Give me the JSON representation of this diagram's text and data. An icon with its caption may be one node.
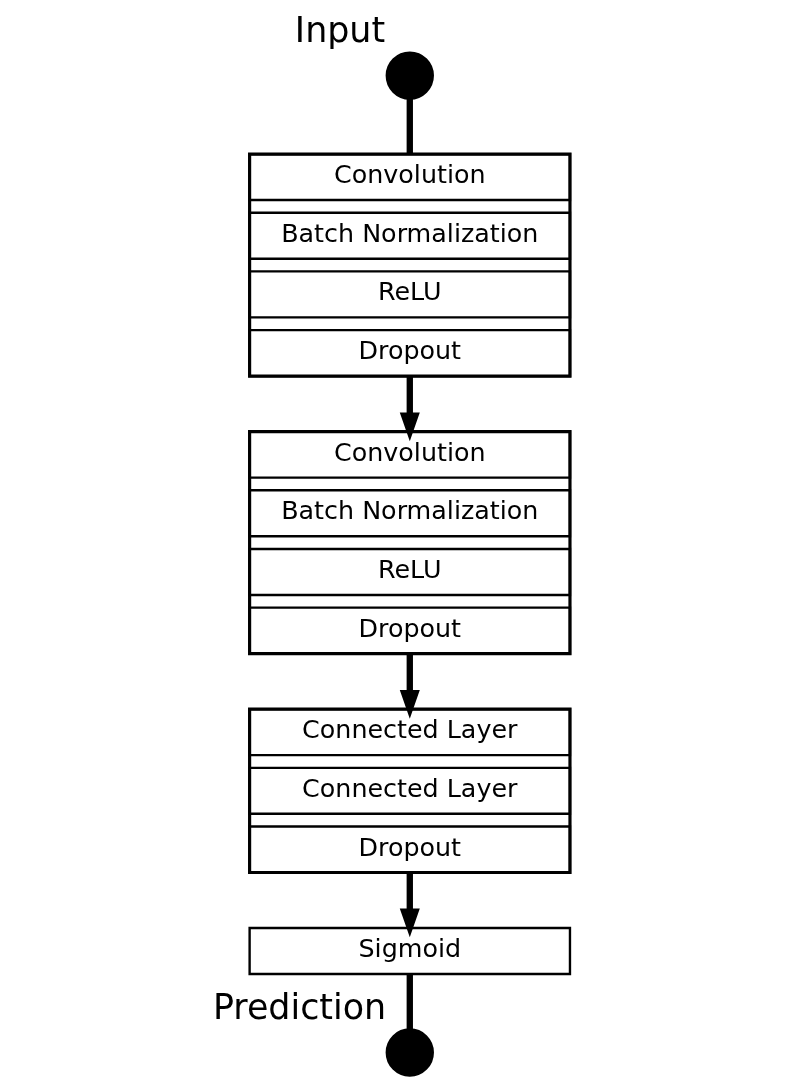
{
  "diagram": {
    "nodes": [
      {
        "text": [],
        "shape": "circle",
        "beside": [
          "Input"
        ]
      },
      {
        "text": [],
        "shape": "box"
      },
      {
        "text": [
          "Convolution"
        ],
        "in": 1
      },
      {
        "text": [
          "Batch Normalization"
        ],
        "in": 1
      },
      {
        "text": [
          "ReLU"
        ],
        "in": 1
      },
      {
        "text": [
          "Dropout"
        ],
        "in": 1
      },
      {
        "text": [],
        "shape": "box"
      },
      {
        "text": [
          "Convolution"
        ],
        "in": 6
      },
      {
        "text": [
          "Batch Normalization"
        ],
        "in": 6
      },
      {
        "text": [
          "ReLU"
        ],
        "in": 6
      },
      {
        "text": [
          "Dropout"
        ],
        "in": 6
      },
      {
        "text": [],
        "shape": "box"
      },
      {
        "text": [
          "Connected Layer"
        ],
        "in": 11
      },
      {
        "text": [
          "Connected Layer"
        ],
        "in": 11
      },
      {
        "text": [
          "Dropout"
        ],
        "in": 11
      },
      {
        "text": [
          "Sigmoid"
        ]
      },
      {
        "text": [],
        "shape": "circle",
        "beside": [
          "Prediction"
        ]
      }
    ],
    "edges": [
      {
        "from": 0,
        "to": 1,
        "arrow": "none"
      },
      {
        "from": 1,
        "to": 6,
        "arrow": "to"
      },
      {
        "from": 6,
        "to": 11,
        "arrow": "to"
      },
      {
        "from": 11,
        "to": 15,
        "arrow": "to"
      },
      {
        "from": 15,
        "to": 16,
        "arrow": "none"
      }
    ]
  }
}
